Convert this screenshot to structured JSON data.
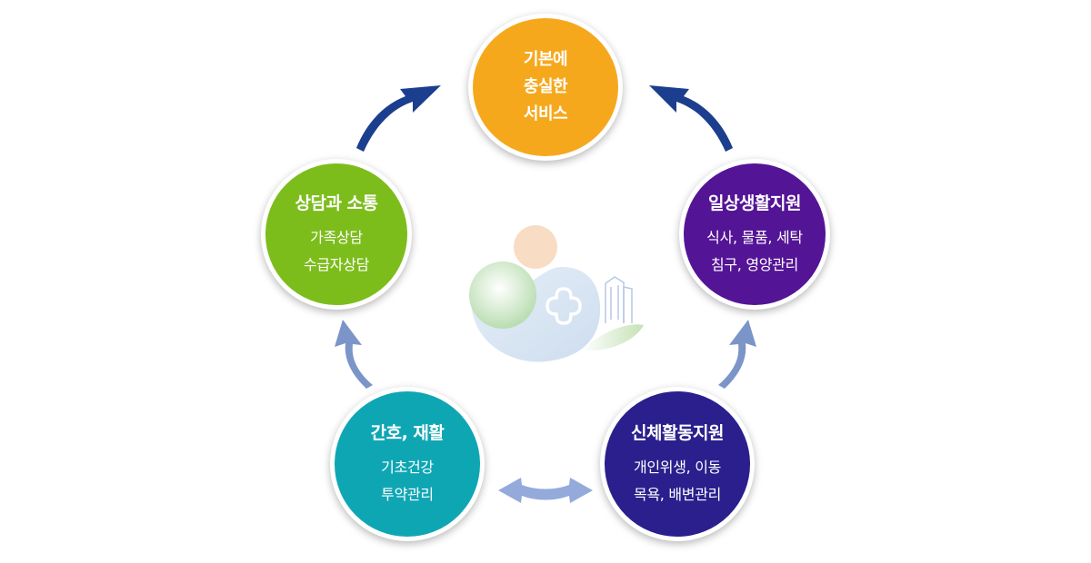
{
  "colors": {
    "top": "#f6a81d",
    "left": "#7cbd1c",
    "right": "#541496",
    "bottom_left": "#0fa6b4",
    "bottom_right": "#2a1f8d",
    "arrow_dark": "#1c3e8e",
    "arrow_light": "#7b95c9",
    "arrow_light_h": "#93aadb"
  },
  "nodes": {
    "top": {
      "lines": [
        "기본에",
        "충실한",
        "서비스"
      ]
    },
    "left": {
      "title": "상담과 소통",
      "items": [
        "가족상담",
        "수급자상담"
      ]
    },
    "right": {
      "title": "일상생활지원",
      "items": [
        "식사, 물품, 세탁",
        "침구, 영양관리"
      ]
    },
    "bottom_left": {
      "title": "간호, 재활",
      "items": [
        "기초건강",
        "투약관리"
      ]
    },
    "bottom_right": {
      "title": "신체활동지원",
      "items": [
        "개인위생, 이동",
        "목욕, 배변관리"
      ]
    }
  }
}
